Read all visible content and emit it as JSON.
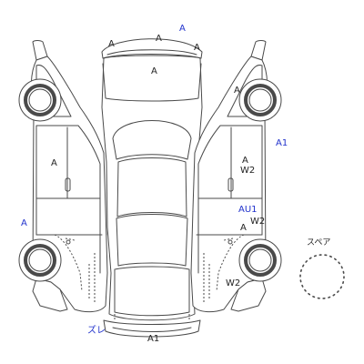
{
  "colors": {
    "outline": "#4a4a4a",
    "label": "#222222",
    "label_highlight": "#2233cc"
  },
  "marks": {
    "top_edge": "A",
    "top_rear_left": "A",
    "top_rear_center": "A",
    "top_rear_right": "A",
    "roof_rear": "A",
    "left_rear_top": "A",
    "left_door": "A",
    "left_edge": "A",
    "right_edge": "A1",
    "right_door_a": "A",
    "right_door_w2": "W2",
    "right_au1": "AU1",
    "right_w2_lower": "W2",
    "right_a_lower": "A",
    "right_front_w2": "W2",
    "front_bumper": "A1",
    "front_left_shift": "ズレ"
  },
  "spare": {
    "label": "スペア"
  }
}
